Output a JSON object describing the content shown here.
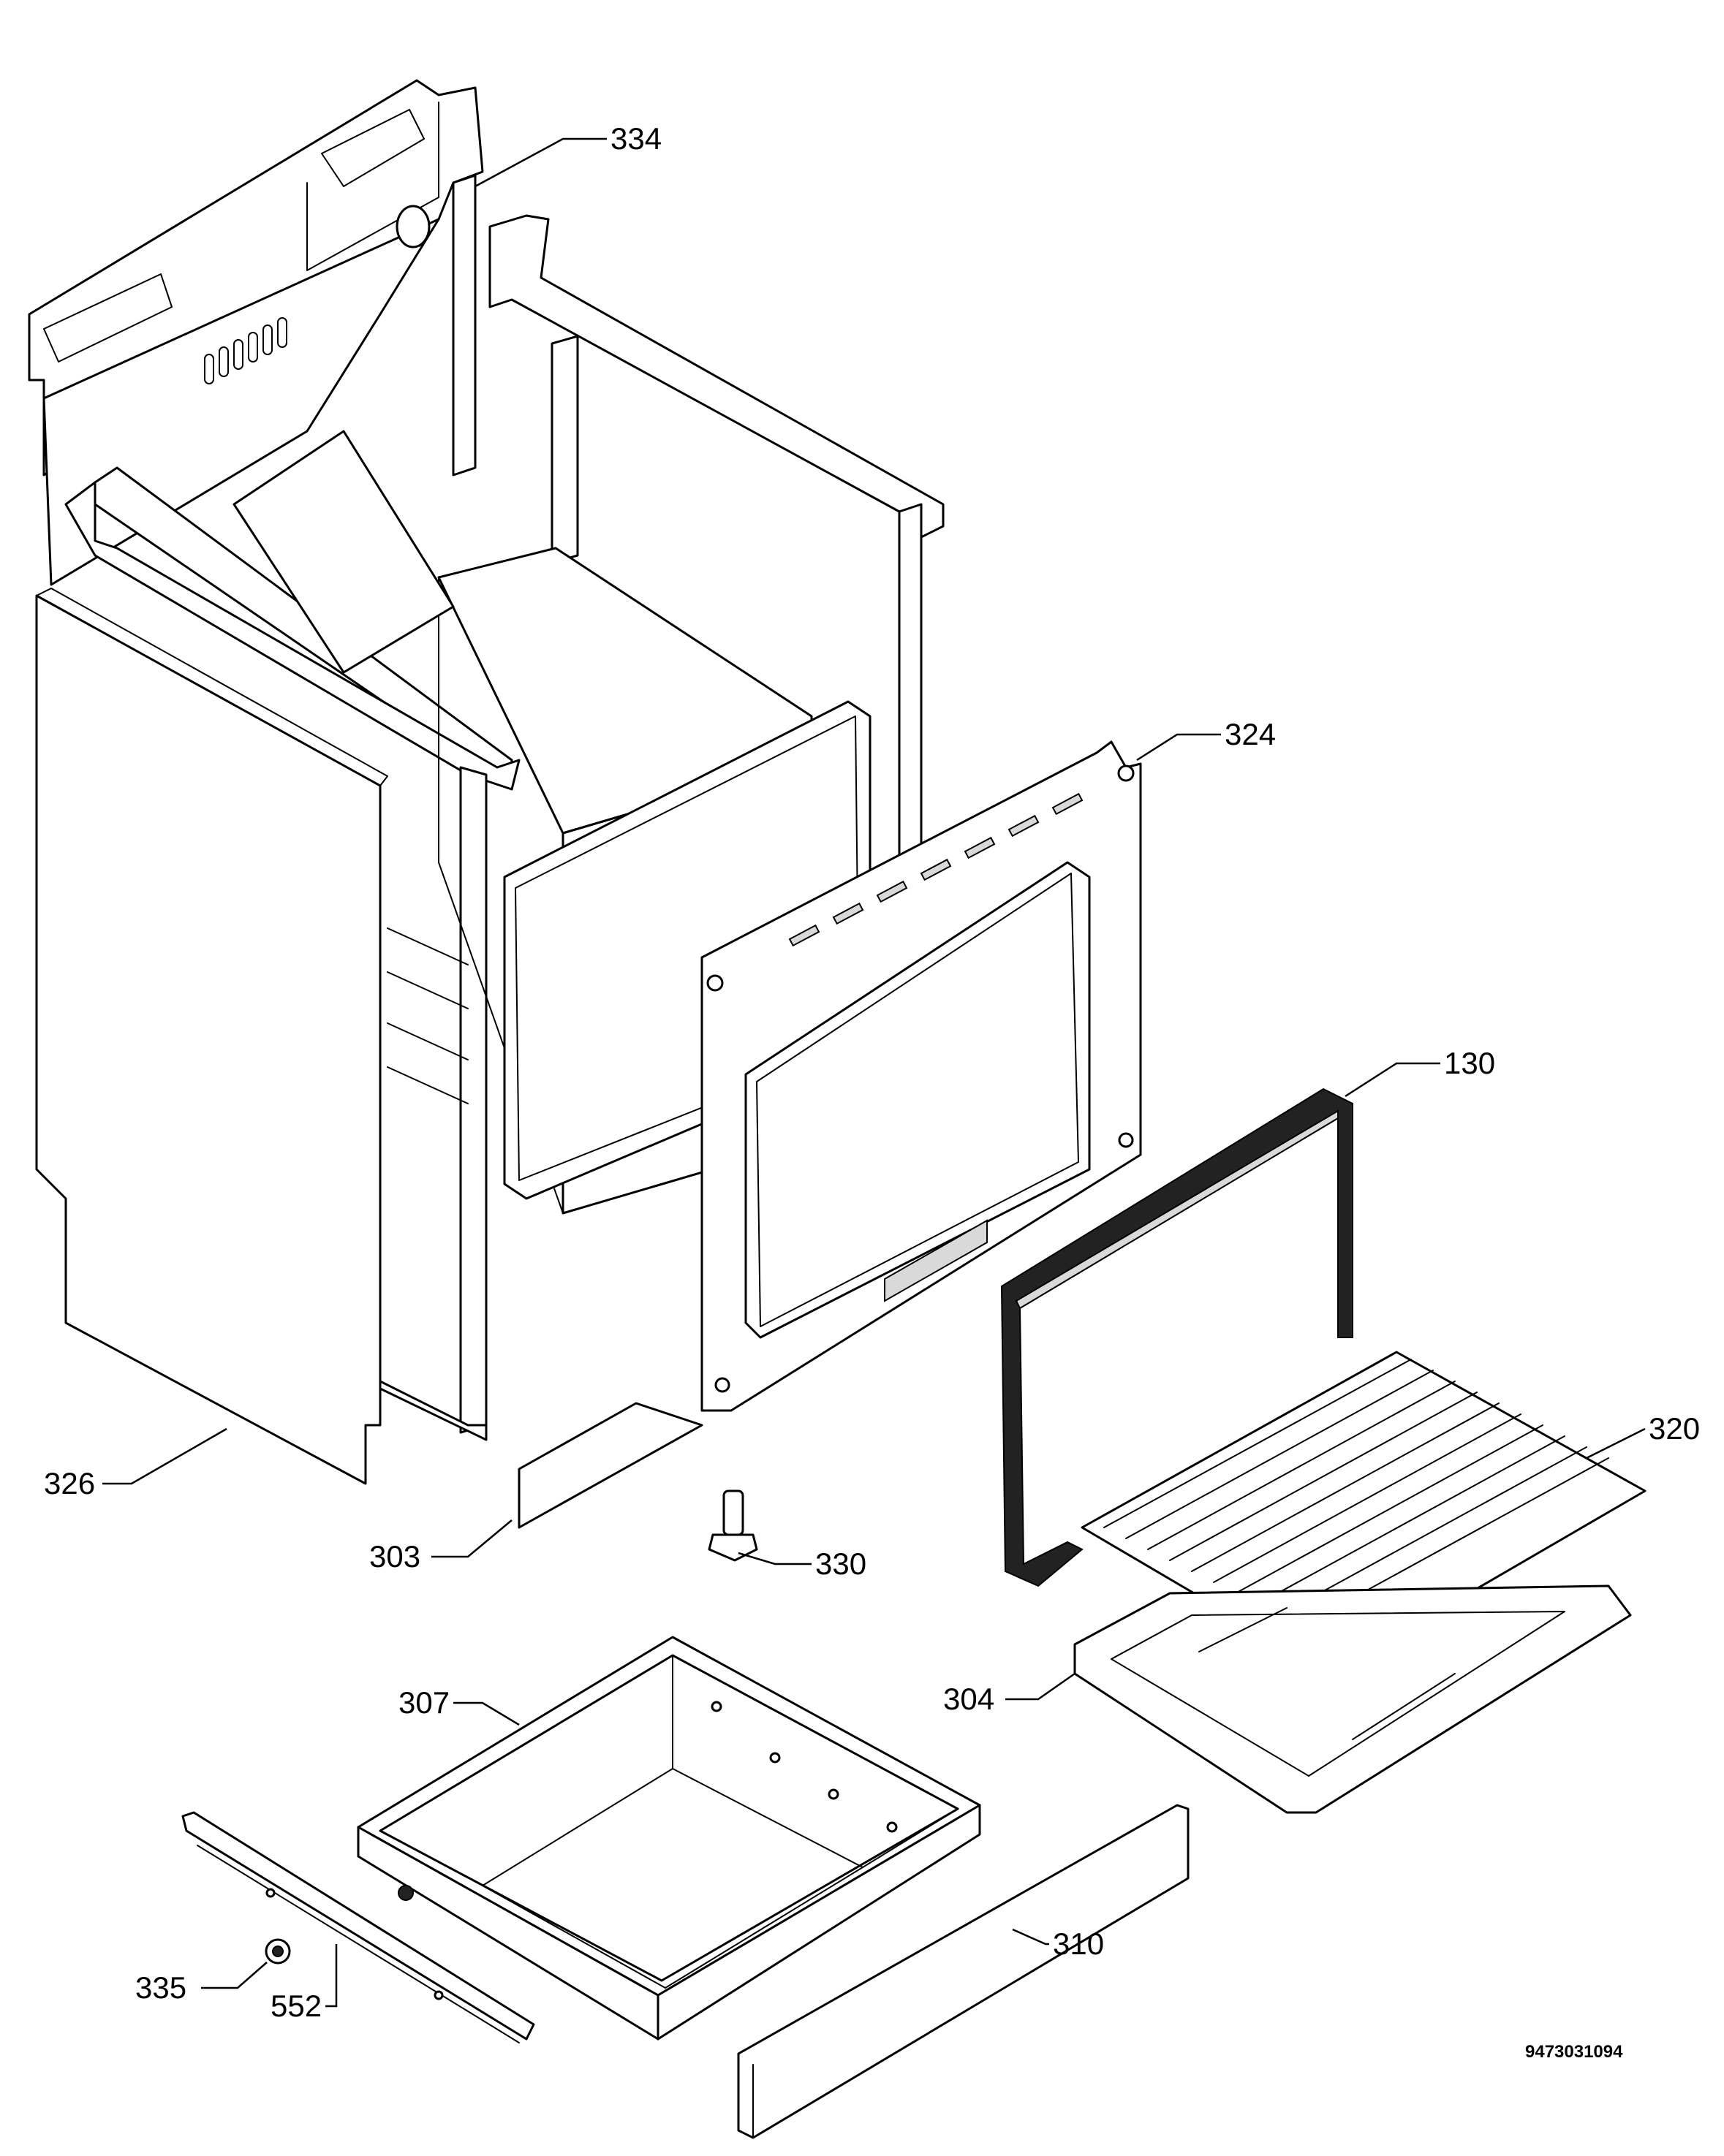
{
  "diagram": {
    "callouts": {
      "p334": "334",
      "p324": "324",
      "p130": "130",
      "p320": "320",
      "p326": "326",
      "p303": "303",
      "p330": "330",
      "p304": "304",
      "p307": "307",
      "p335": "335",
      "p552": "552",
      "p310": "310"
    },
    "document_number": "9473031094"
  }
}
